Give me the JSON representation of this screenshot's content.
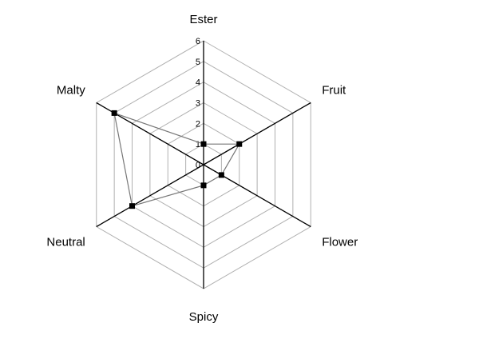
{
  "chart_data": {
    "type": "radar",
    "axes": [
      "Ester",
      "Fruit",
      "Flower",
      "Spicy",
      "Neutral",
      "Malty"
    ],
    "ticks": [
      "0",
      "1",
      "2",
      "3",
      "4",
      "5",
      "6"
    ],
    "range": [
      0,
      6
    ],
    "series": [
      {
        "values": [
          1,
          2,
          1,
          1,
          4,
          5
        ]
      }
    ],
    "colors": {
      "grid": "#b0b0b0",
      "axis": "#000000",
      "series_line": "#777777",
      "marker": "#000000"
    }
  }
}
